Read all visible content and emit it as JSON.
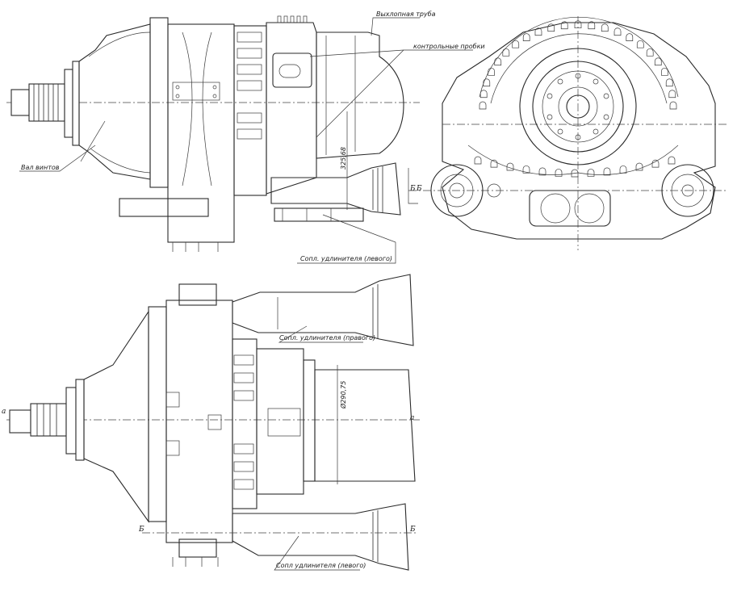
{
  "labels": {
    "exhaust_pipe": "Выхлопная труба",
    "oil_drain_plugs": "контрольные пробки",
    "prop_shaft": "Вал винтов",
    "port_exhaust": "Сопл. удлинителя (левого)",
    "stbd_exhaust": "Сопл. удлинителя (правого)",
    "port_exhaust_bottom": "Сопл удлинителя (левого)"
  },
  "dimensions": {
    "side_height": "325,68",
    "plan_width": "Ø290,75"
  },
  "section_letters": {
    "b_side": "Б",
    "a_plan_left": "а",
    "a_plan_right": "а",
    "b_plan_left": "Б",
    "b_plan_right": "Б"
  }
}
